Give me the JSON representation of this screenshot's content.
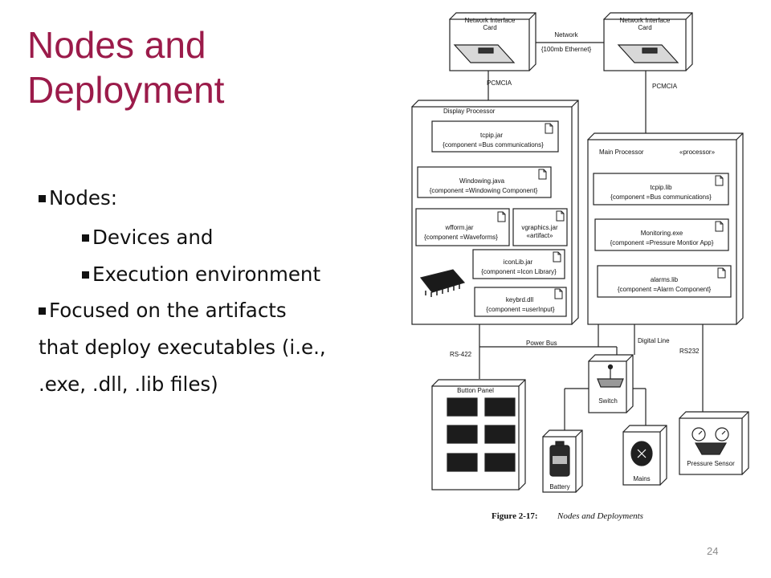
{
  "slide": {
    "title_line1": "Nodes and",
    "title_line2": "Deployment",
    "bullets": {
      "b1": "Nodes:",
      "b1a": "Devices and",
      "b1b": "Execution environment",
      "b2_line1": "Focused on the artifacts",
      "b2_line2": "that deploy executables (i.e.,",
      "b2_line3": ".exe, .dll, .lib files)"
    },
    "page_number": "24"
  },
  "diagram": {
    "nic_left_l1": "Network Interface",
    "nic_left_l2": "Card",
    "nic_right_l1": "Network Interface",
    "nic_right_l2": "Card",
    "network": "Network",
    "network_tag": "{100mb Ethernet}",
    "pcmcia_left": "PCMCIA",
    "pcmcia_right": "PCMCIA",
    "display_processor": "Display Processor",
    "main_processor": "Main Processor",
    "processor_stereotype": "«processor»",
    "dp_artifacts": [
      {
        "name": "tcpip.jar",
        "tag": "{component =Bus communications}"
      },
      {
        "name": "Windowing.java",
        "tag": "{component =Windowing Component}"
      },
      {
        "name": "wfform.jar",
        "tag": "{component =Waveforms}"
      },
      {
        "name": "vgraphics.jar",
        "tag": "«artifact»"
      },
      {
        "name": "iconLib.jar",
        "tag": "{component =Icon Library}"
      },
      {
        "name": "keybrd.dll",
        "tag": "{component =userInput}"
      }
    ],
    "mp_artifacts": [
      {
        "name": "tcpip.lib",
        "tag": "{component =Bus communications}"
      },
      {
        "name": "Monitoring.exe",
        "tag": "{component =Pressure Montior App}"
      },
      {
        "name": "alarms.lib",
        "tag": "{component =Alarm Component}"
      }
    ],
    "power_bus": "Power Bus",
    "digital_line": "Digital Line",
    "rs422": "RS-422",
    "rs232": "RS232",
    "button_panel": "Button Panel",
    "switch": "Switch",
    "battery": "Battery",
    "mains": "Mains",
    "pressure_sensor": "Pressure Sensor",
    "caption_bold": "Figure 2-17:",
    "caption_italic": "Nodes and Deployments"
  }
}
